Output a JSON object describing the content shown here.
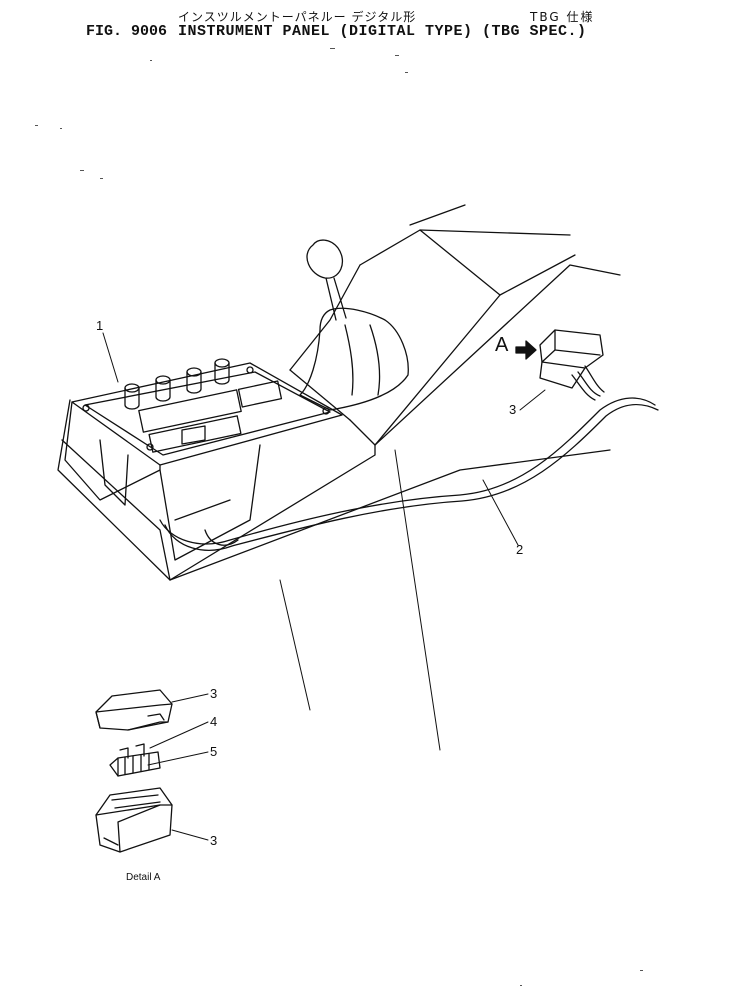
{
  "header": {
    "jp_title": "インスツルメントーパネルー デジタル形",
    "jp_spec": "TBG 仕様",
    "figure_number": "FIG. 9006",
    "figure_title": "INSTRUMENT PANEL (DIGITAL TYPE) (TBG SPEC.)"
  },
  "callouts": {
    "c1": "1",
    "c2": "2",
    "c3_main": "3",
    "c3_cover": "3",
    "c4": "4",
    "c5": "5",
    "c3_housing": "3"
  },
  "view_marker": "A",
  "detail_label": "Detail A"
}
